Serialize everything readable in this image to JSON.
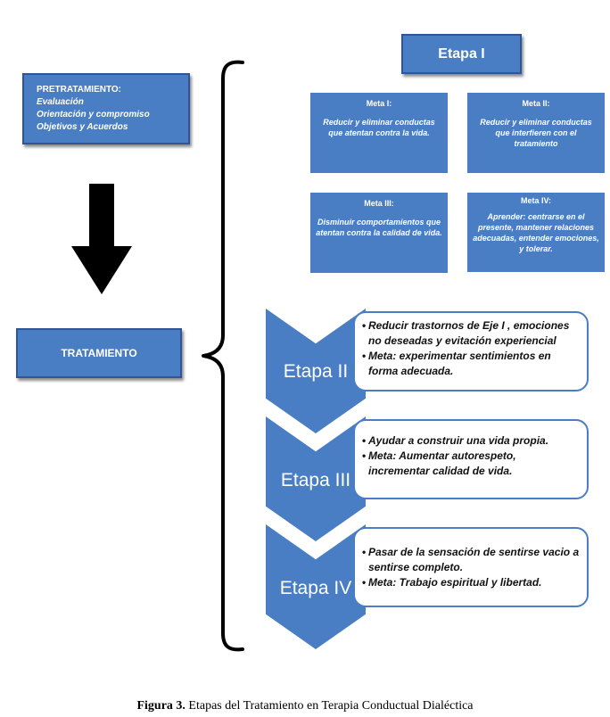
{
  "stage1": {
    "title": "Etapa I",
    "goals": [
      {
        "title": "Meta I:",
        "text": "Reducir y eliminar conductas que atentan contra la vida."
      },
      {
        "title": "Meta II:",
        "text": "Reducir y eliminar conductas que interfieren con el tratamiento"
      },
      {
        "title": "Meta  III:",
        "text": "Disminuir comportamientos que atentan contra la calidad de vida."
      },
      {
        "title": "Meta IV:",
        "text": "Aprender: centrarse en el presente, mantener relaciones adecuadas, entender emociones, y tolerar."
      }
    ]
  },
  "pretreatment": {
    "title": "PRETRATAMIENTO:",
    "items": [
      "Evaluación",
      "Orientación y compromiso",
      "Objetivos y Acuerdos"
    ]
  },
  "treatment": {
    "label": "TRATAMIENTO"
  },
  "stages": [
    {
      "label": "Etapa II",
      "bullets": [
        "Reducir trastornos de Eje I , emociones no deseadas y evitación experiencial",
        "Meta: experimentar sentimientos en forma adecuada."
      ]
    },
    {
      "label": "Etapa III",
      "bullets": [
        "Ayudar a construir una vida propia.",
        "Meta: Aumentar autorespeto, incrementar calidad de vida."
      ]
    },
    {
      "label": "Etapa IV",
      "bullets": [
        "Pasar de la sensación de sentirse vacio a sentirse completo.",
        "Meta: Trabajo espiritual y libertad."
      ]
    }
  ],
  "caption": {
    "figure": "Figura 3.",
    "text": " Etapas del Tratamiento en Terapia Conductual Dialéctica"
  },
  "colors": {
    "box": "#4a7ec4",
    "box_border": "#2f5597",
    "arrow": "#000000"
  }
}
